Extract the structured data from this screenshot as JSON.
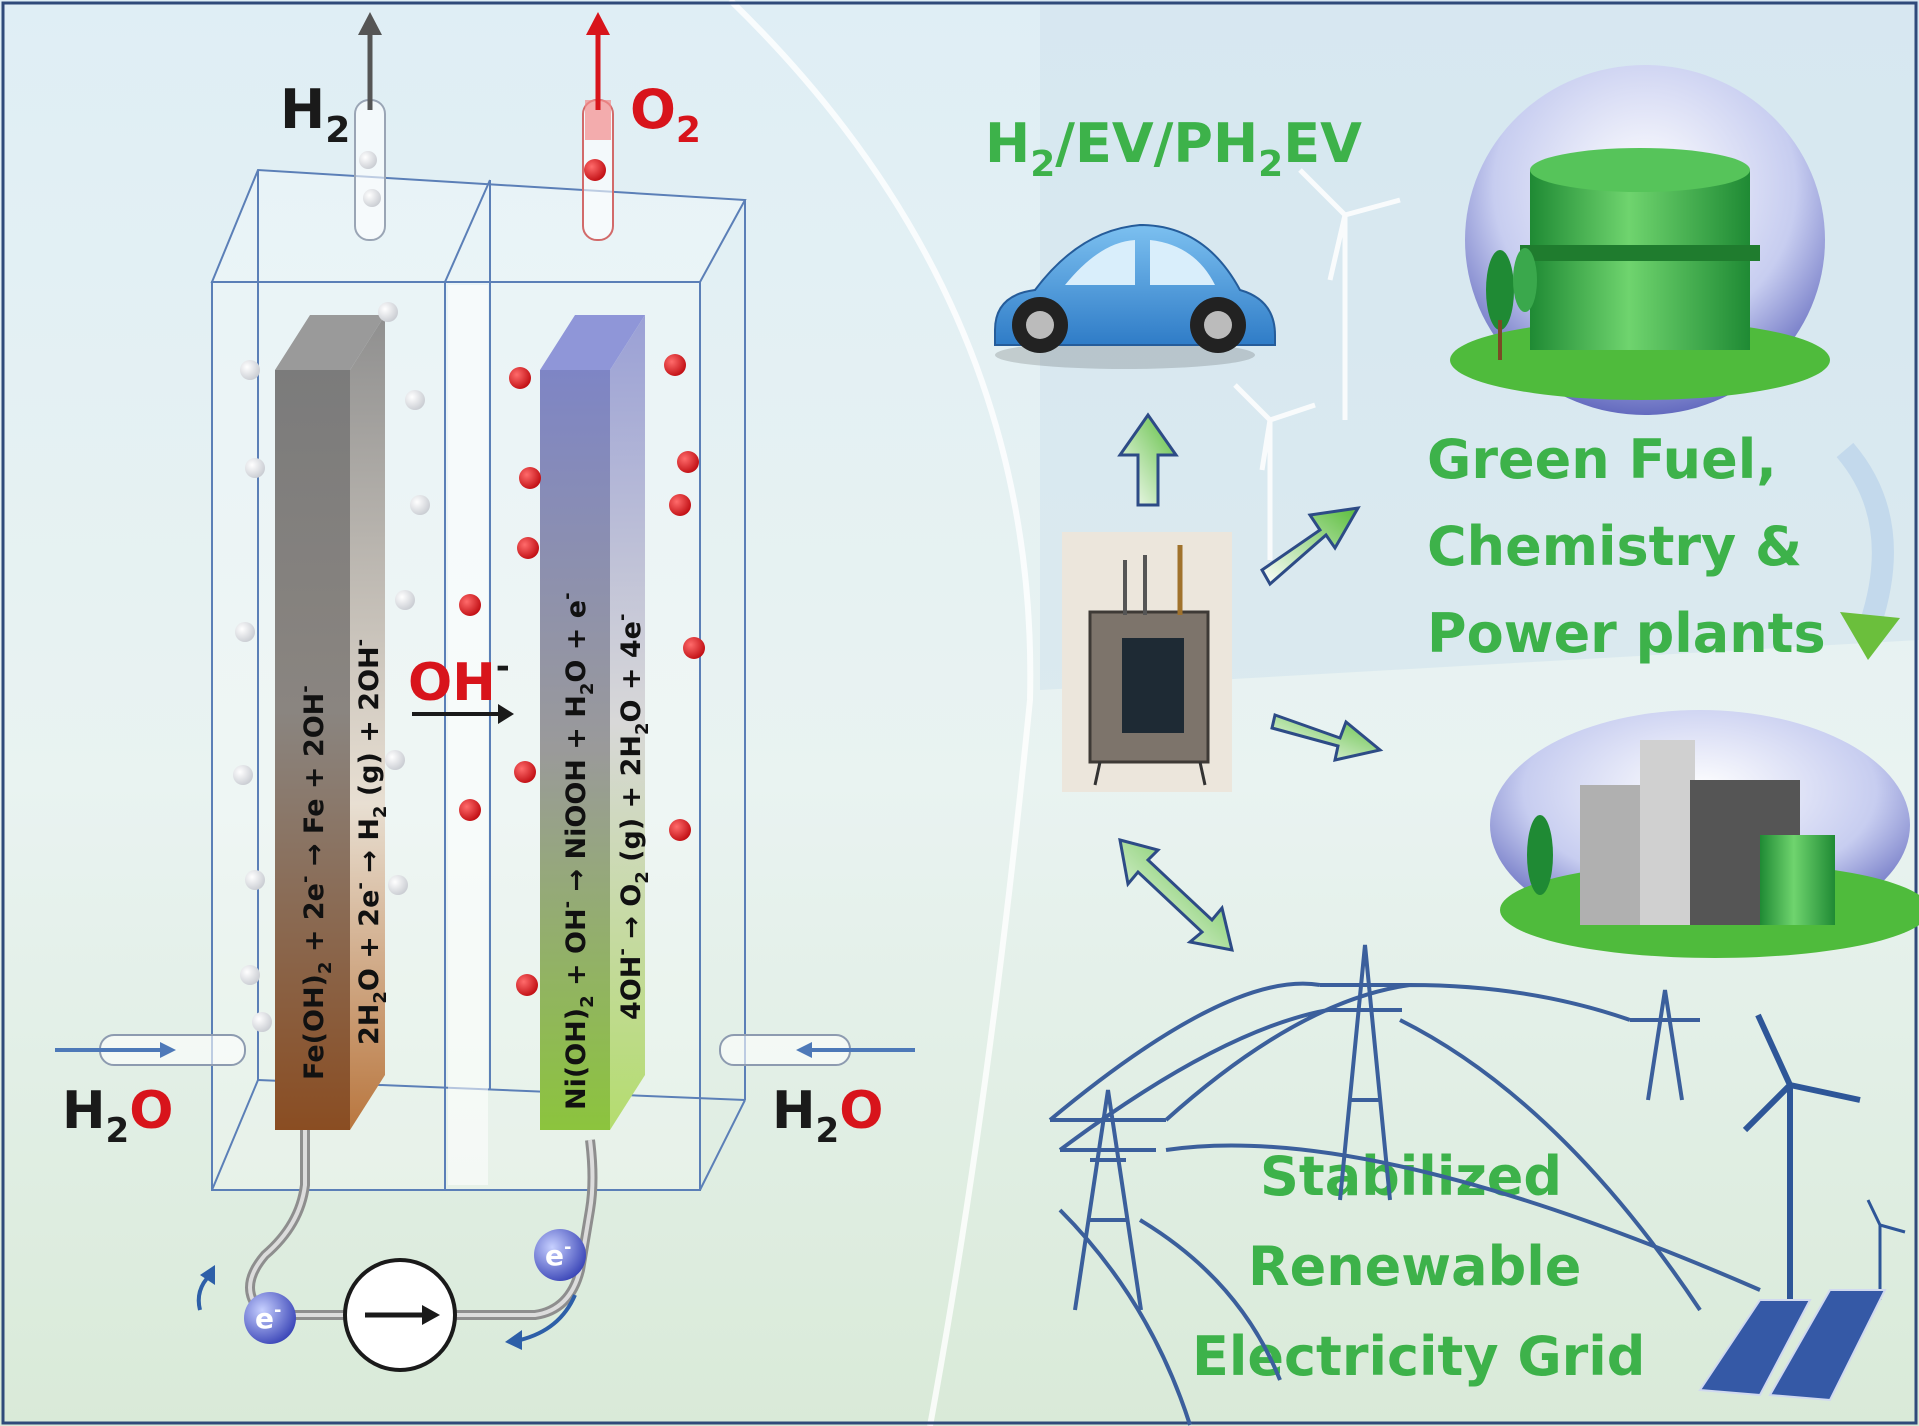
{
  "cell": {
    "h2_out": {
      "main": "H",
      "sub": "2"
    },
    "o2_out": {
      "main": "O",
      "sub": "2"
    },
    "water_left": {
      "h": "H",
      "sub": "2",
      "o": "O"
    },
    "water_right": {
      "h": "H",
      "sub": "2",
      "o": "O"
    },
    "ion": {
      "main": "OH",
      "sup": "-"
    },
    "electron_symbol": {
      "main": "e",
      "sup": "-"
    },
    "fe_electrode": {
      "outer": {
        "t1": "Fe(OH)",
        "s1": "2",
        "t2": " + 2e",
        "p1": "-",
        "t3": "   →   Fe + 2OH",
        "p2": "-"
      },
      "inner": {
        "t1": "2H",
        "s1": "2",
        "t2": "O + 2e",
        "p1": "-",
        "t3": "   →   H",
        "s2": "2",
        "t4": " (g) + 2OH",
        "p2": "-"
      }
    },
    "ni_electrode": {
      "outer": {
        "t1": "Ni(OH)",
        "s1": "2",
        "t2": " + OH",
        "p1": "-",
        "t3": " → NiOOH + H",
        "s2": "2",
        "t4": "O + e",
        "p2": "-"
      },
      "inner": {
        "t1": "4OH",
        "p1": "-",
        "t2": "   →   O",
        "s1": "2",
        "t3": " (g) + 2H",
        "s2": "2",
        "t4": "O + 4e",
        "p2": "-"
      }
    }
  },
  "applications": {
    "mobility": {
      "t1": "H",
      "s1": "2",
      "t2": "/EV/PH",
      "s2": "2",
      "t3": "EV"
    },
    "fuel": {
      "line1": "Green Fuel,",
      "line2": "Chemistry &",
      "line3": "Power plants"
    },
    "grid": {
      "line1": "Stabilized",
      "line2": "Renewable",
      "line3": "Electricity Grid"
    }
  },
  "colors": {
    "accent_green": "#3db24a",
    "oxygen_red": "#d8141b",
    "cell_outline": "#5b7fb7",
    "pylon_blue": "#3b5f9c",
    "fe_top": "#7b7b7b",
    "fe_bottom": "#8a4d22",
    "ni_top": "#7e85c5",
    "ni_bottom": "#8cc43d"
  }
}
